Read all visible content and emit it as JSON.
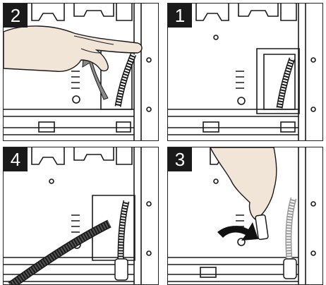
{
  "steps": [
    {
      "id": "p2",
      "number": "2"
    },
    {
      "id": "p1",
      "number": "1"
    },
    {
      "id": "p4",
      "number": "4"
    },
    {
      "id": "p3",
      "number": "3"
    }
  ],
  "colors": {
    "line": "#1a1a1a",
    "skin": "#f1e5d8",
    "arrow_grey": "#8a8a8a",
    "arrow_black": "#111111",
    "hose_grey": "#9a9a9a",
    "badge_bg": "#1a1a1a"
  }
}
